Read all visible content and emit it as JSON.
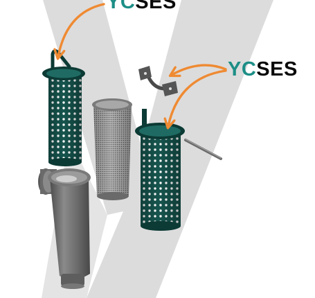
{
  "brand": {
    "prefix": "YC",
    "suffix": "SES",
    "prefix_color": "#1c8e86",
    "suffix_color": "#0a0a0a"
  },
  "colors": {
    "watermark": "#dcdcdc",
    "basket_green": "#16554e",
    "basket_green_dark": "#0c3a35",
    "housing_grey": "#6e6e6e",
    "mesh_grey": "#8c8c8c",
    "arrow_orange": "#ef8a32"
  },
  "parts": [
    "perforated-basket-with-handle",
    "mesh-strainer-insert",
    "strainer-housing",
    "mounting-bracket",
    "perforated-basket-open",
    "support-rod"
  ]
}
